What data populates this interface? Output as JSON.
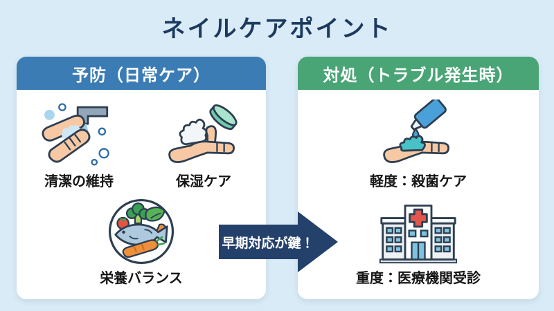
{
  "title": "ネイルケアポイント",
  "left_panel": {
    "header": "予防（日常ケア）",
    "items": [
      {
        "icon": "handwashing-icon",
        "label": "清潔の維持"
      },
      {
        "icon": "moisturizing-hand-icon",
        "label": "保湿ケア"
      },
      {
        "icon": "balanced-meal-icon",
        "label": "栄養バランス"
      }
    ]
  },
  "right_panel": {
    "header": "対処（トラブル発生時）",
    "items": [
      {
        "icon": "antiseptic-gel-hand-icon",
        "label": "軽度：殺菌ケア"
      },
      {
        "icon": "hospital-icon",
        "label": "重度：医療機関受診"
      }
    ]
  },
  "arrow": {
    "label": "早期対応が鍵！"
  },
  "colors": {
    "background": "#d9ebf6",
    "panel_background": "#ffffff",
    "left_header": "#3b7cb5",
    "right_header": "#4aa576",
    "header_text": "#ffffff",
    "title_text": "#1c3a5e",
    "label_text": "#161616",
    "arrow": "#24416b",
    "arrow_text": "#ffffff",
    "icon_outline": "#2d3e50"
  }
}
